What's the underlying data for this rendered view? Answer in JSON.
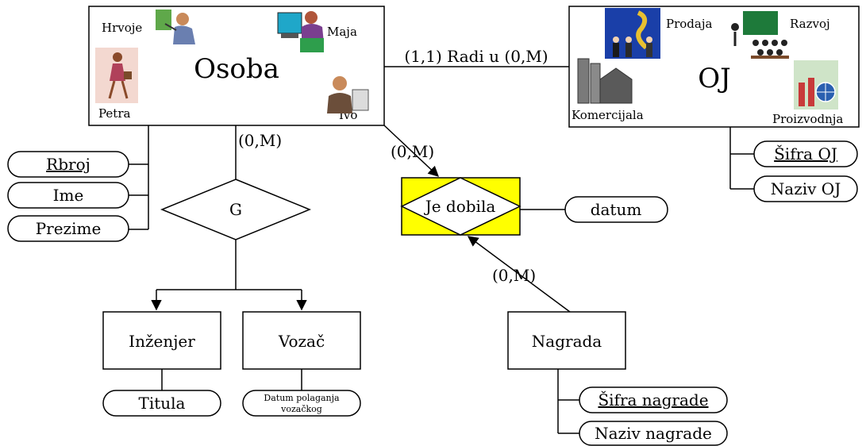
{
  "entities": {
    "osoba": {
      "title": "Osoba",
      "names": {
        "hrvoje": "Hrvoje",
        "maja": "Maja",
        "petra": "Petra",
        "ivo": "Ivo"
      }
    },
    "oj": {
      "title": "OJ",
      "departments": {
        "prodaja": "Prodaja",
        "razvoj": "Razvoj",
        "komercijala": "Komercijala",
        "proizvodnja": "Proizvodnja"
      }
    },
    "inzenjer": "Inženjer",
    "vozac": "Vozač",
    "nagrada": "Nagrada"
  },
  "relationships": {
    "radi_u": "(1,1) Radi u (0,M)",
    "je_dobila": "Je dobila",
    "generalization": "G"
  },
  "cardinalities": {
    "osoba_g": "(0,M)",
    "osoba_je_dobila": "(0,M)",
    "nagrada_je_dobila": "(0,M)"
  },
  "attributes": {
    "osoba": [
      "Rbroj",
      "Ime",
      "Prezime"
    ],
    "oj": [
      "Šifra OJ",
      "Naziv OJ"
    ],
    "je_dobila": "datum",
    "inzenjer": "Titula",
    "vozac": [
      "Datum polaganja",
      "vozačkog"
    ],
    "nagrada": [
      "Šifra nagrade",
      "Naziv nagrade"
    ]
  },
  "colors": {
    "relationship_fill": "#ffff00",
    "line": "#000000"
  },
  "icons": [
    "clipart-presenter",
    "clipart-computer-worker",
    "clipart-walking-woman",
    "clipart-office-worker",
    "clipart-business-people",
    "clipart-strategy-board",
    "clipart-silo-building",
    "clipart-factory-globe"
  ]
}
